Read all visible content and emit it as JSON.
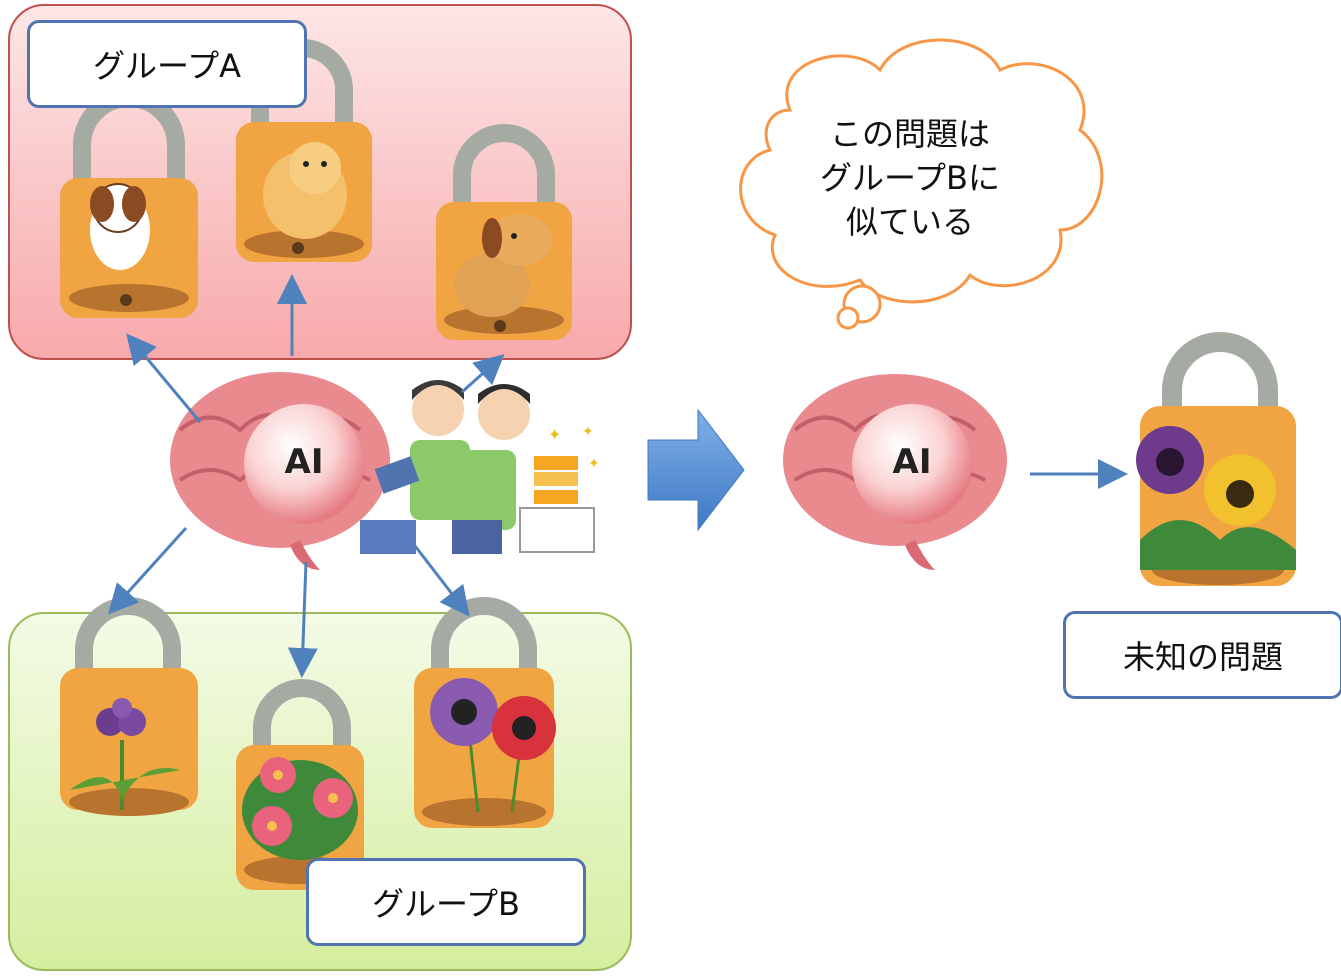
{
  "labels": {
    "group_a": "グループA",
    "group_b": "グループB",
    "unknown": "未知の問題"
  },
  "thought": {
    "line1": "この問題は",
    "line2": "グループBに",
    "line3": "似ている"
  },
  "ai": {
    "left": "AI",
    "right": "AI"
  },
  "colors": {
    "group_a_fill": "#f7a9ab",
    "group_b_fill": "#d4ee9f",
    "arrow_blue": "#4f81bd",
    "lock_body": "#f0a542",
    "lock_shackle": "#a5aaa3",
    "brain": "#e98a8f",
    "cloud_outline": "#f79646"
  }
}
